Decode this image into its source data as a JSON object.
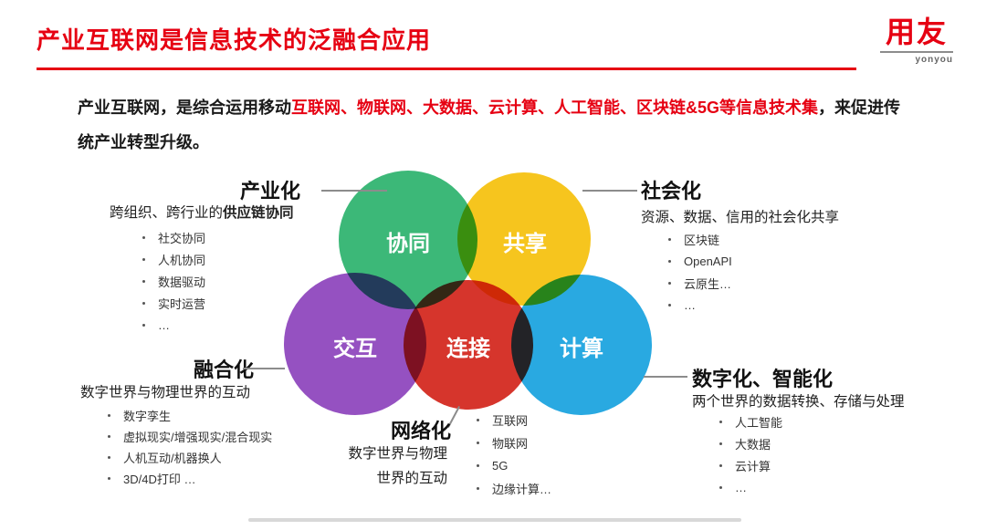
{
  "header": {
    "title": "产业互联网是信息技术的泛融合应用",
    "logo_main": "用友",
    "logo_sub": "yonyou"
  },
  "intro": {
    "prefix": "产业互联网，是综合运用移动",
    "highlight": "互联网、物联网、大数据、云计算、人工智能、区块链&5G等信息技术集",
    "suffix": "，来促进传统产业转型升级。"
  },
  "venn": {
    "circles": [
      {
        "name": "collaboration",
        "label": "协同",
        "color": "#3CB878"
      },
      {
        "name": "sharing",
        "label": "共享",
        "color": "#F6C51E"
      },
      {
        "name": "interaction",
        "label": "交互",
        "color": "#9551C1"
      },
      {
        "name": "connection",
        "label": "连接",
        "color": "#D6352C"
      },
      {
        "name": "computing",
        "label": "计算",
        "color": "#29A9E1"
      }
    ]
  },
  "sections": [
    {
      "title": "产业化",
      "desc_prefix": "跨组织、跨行业的",
      "desc_bold": "供应链协同",
      "bullets": [
        "社交协同",
        "人机协同",
        "数据驱动",
        "实时运营",
        "…"
      ]
    },
    {
      "title": "社会化",
      "desc": "资源、数据、信用的社会化共享",
      "bullets": [
        "区块链",
        "OpenAPI",
        "云原生…",
        "…"
      ]
    },
    {
      "title": "融合化",
      "desc": "数字世界与物理世界的互动",
      "bullets": [
        "数字孪生",
        "虚拟现实/增强现实/混合现实",
        "人机互动/机器换人",
        "3D/4D打印 …"
      ]
    },
    {
      "title": "网络化",
      "desc": "数字世界与物理世界的互动",
      "bullets": [
        "互联网",
        "物联网",
        "5G",
        "边缘计算…"
      ]
    },
    {
      "title": "数字化、智能化",
      "desc": "两个世界的数据转换、存储与处理",
      "bullets": [
        "人工智能",
        "大数据",
        "云计算",
        "…"
      ]
    }
  ],
  "colors": {
    "brand_red": "#E60012",
    "text_dark": "#1A1A1A",
    "line_gray": "#8C8C8C"
  }
}
